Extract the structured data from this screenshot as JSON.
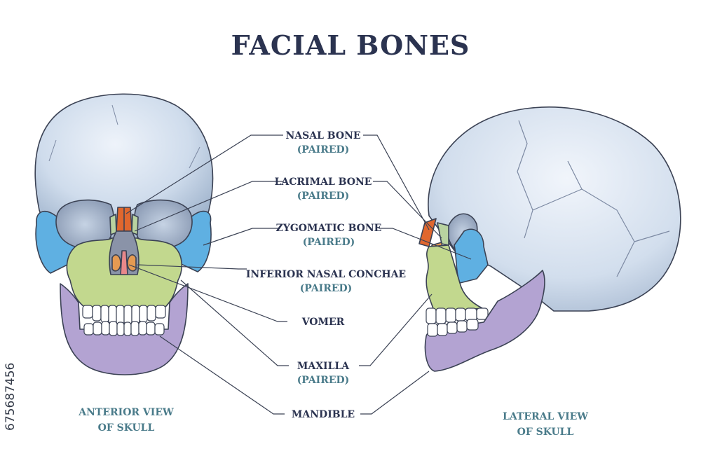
{
  "title": "FACIAL BONES",
  "labels": [
    {
      "id": "nasal",
      "name": "NASAL BONE",
      "note": "(PAIRED)"
    },
    {
      "id": "lacrimal",
      "name": "LACRIMAL BONE",
      "note": "(PAIRED)"
    },
    {
      "id": "zygomatic",
      "name": "ZYGOMATIC BONE",
      "note": "(PAIRED)"
    },
    {
      "id": "conchae",
      "name": "INFERIOR NASAL CONCHAE",
      "note": "(PAIRED)"
    },
    {
      "id": "vomer",
      "name": "VOMER",
      "note": ""
    },
    {
      "id": "maxilla",
      "name": "MAXILLA",
      "note": "(PAIRED)"
    },
    {
      "id": "mandible",
      "name": "MANDIBLE",
      "note": ""
    }
  ],
  "views": {
    "anterior": [
      "ANTERIOR VIEW",
      "OF SKULL"
    ],
    "lateral": [
      "LATERAL VIEW",
      "OF SKULL"
    ]
  },
  "stock_id": "675687456",
  "colors": {
    "cranium": "#c9d8ea",
    "nasal": "#e0672e",
    "lacrimal": "#b9d3a0",
    "zygomatic": "#5fb0e2",
    "conchae": "#e59a52",
    "vomer": "#e8888a",
    "maxilla": "#c2d88e",
    "mandible": "#b3a3d2",
    "outline": "#3b4254"
  }
}
